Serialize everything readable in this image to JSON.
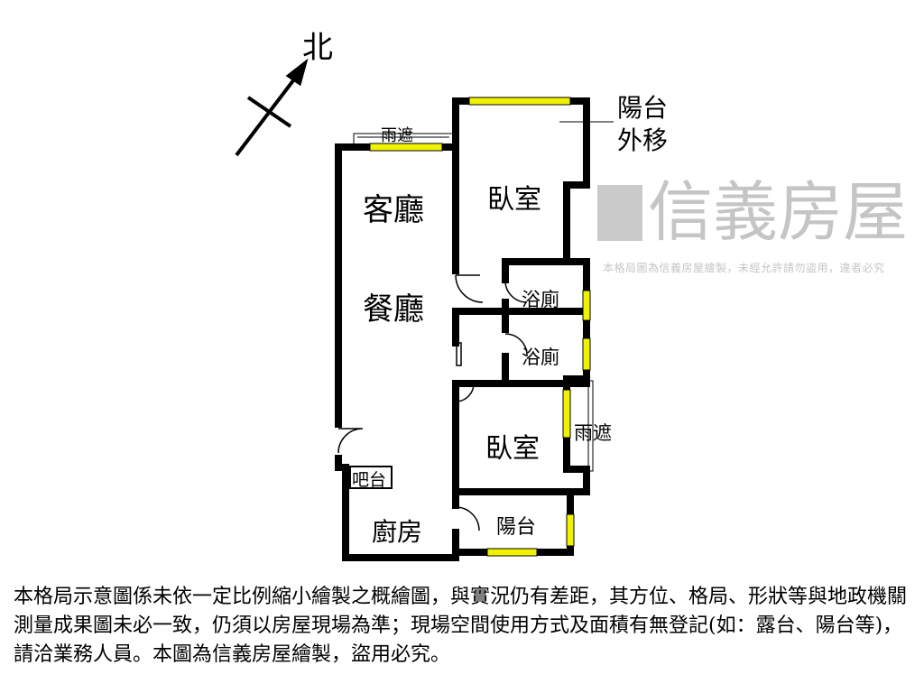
{
  "compass": {
    "label": "北",
    "icon": "north-arrow-icon"
  },
  "rooms": {
    "living": "客廳",
    "dining": "餐廳",
    "bedroom1": "臥室",
    "bedroom2": "臥室",
    "bath1": "浴廁",
    "bath2": "浴廁",
    "kitchen": "廚房",
    "balcony": "陽台",
    "bar": "吧台",
    "canopy_top": "雨遮",
    "canopy_right": "雨遮",
    "balcony_moved": "陽台\n外移"
  },
  "watermark": {
    "brand": "信義房屋",
    "notice": "本格局圖為信義房屋繪製，未經允許請勿盜用，違者必究"
  },
  "disclaimer": "本格局示意圖係未依一定比例縮小繪製之概繪圖，與實況仍有差距，其方位、格局、形狀等與地政機關測量成果圖未必一致，仍須以房屋現場為準；現場空間使用方式及面積有無登記(如：露台、陽台等)，請洽業務人員。本圖為信義房屋繪製，盜用必究。",
  "colors": {
    "wall": "#000000",
    "window": "#f2f200",
    "watermark": "#969696"
  }
}
